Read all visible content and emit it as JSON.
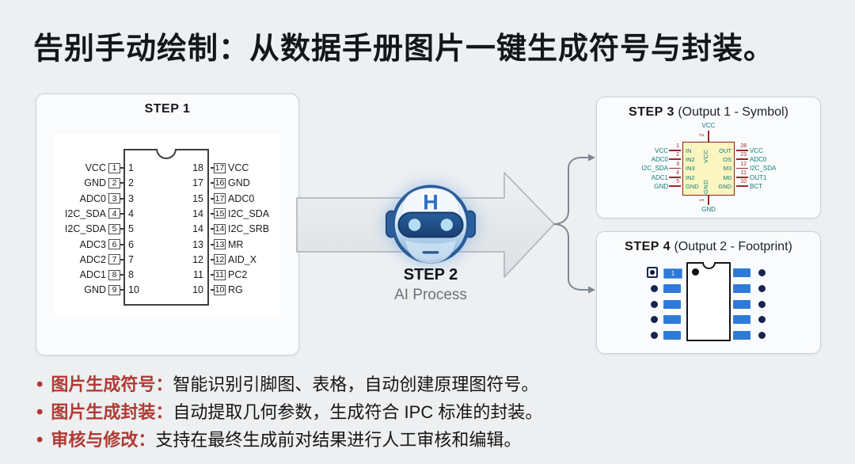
{
  "title": "告别手动绘制：从数据手册图片一键生成符号与封装。",
  "colors": {
    "red": "#b03a33",
    "pad-blue": "#2e7ad8",
    "navy": "#16254f",
    "sym-body": "#fbf5c0",
    "sym-border": "#8e2016",
    "crimson": "#9c2727",
    "teal": "#0f7b7b",
    "robot-blue": "#2f6fc4"
  },
  "step1": {
    "title": "STEP 1",
    "pins_left": [
      {
        "label": "VCC",
        "pad": "1",
        "inner": "1"
      },
      {
        "label": "GND",
        "pad": "2",
        "inner": "2"
      },
      {
        "label": "ADC0",
        "pad": "3",
        "inner": "3"
      },
      {
        "label": "I2C_SDA",
        "pad": "4",
        "inner": "4"
      },
      {
        "label": "I2C_SDA",
        "pad": "5",
        "inner": "5"
      },
      {
        "label": "ADC3",
        "pad": "6",
        "inner": "6"
      },
      {
        "label": "ADC2",
        "pad": "7",
        "inner": "7"
      },
      {
        "label": "ADC1",
        "pad": "8",
        "inner": "8"
      },
      {
        "label": "GND",
        "pad": "9",
        "inner": "10"
      }
    ],
    "pins_right": [
      {
        "inner": "18",
        "pad": "17",
        "label": "VCC"
      },
      {
        "inner": "17",
        "pad": "16",
        "label": "GND"
      },
      {
        "inner": "15",
        "pad": "17",
        "label": "ADC0"
      },
      {
        "inner": "14",
        "pad": "15",
        "label": "I2C_SDA"
      },
      {
        "inner": "14",
        "pad": "14",
        "label": "I2C_SRB"
      },
      {
        "inner": "13",
        "pad": "13",
        "label": "MR"
      },
      {
        "inner": "12",
        "pad": "12",
        "label": "AID_X"
      },
      {
        "inner": "11",
        "pad": "11",
        "label": "PC2"
      },
      {
        "inner": "10",
        "pad": "10",
        "label": "RG"
      }
    ]
  },
  "step2": {
    "title": "STEP 2",
    "subtitle": "AI Process",
    "robot_letter": "H"
  },
  "step3": {
    "title_bold": "STEP 3",
    "title_rest": " (Output 1 - Symbol)",
    "symbol": {
      "top": {
        "label": "VCC",
        "num": "2",
        "inner": "VCC"
      },
      "bottom": {
        "label": "GND",
        "num": "1",
        "inner": "GND"
      },
      "left": [
        {
          "label": "VCC",
          "num": "1",
          "inner": "IN"
        },
        {
          "label": "ADC0",
          "num": "2",
          "inner": "IN2"
        },
        {
          "label": "I2C_SDA",
          "num": "3",
          "inner": "IN3"
        },
        {
          "label": "ADC1",
          "num": "4",
          "inner": "IN2"
        },
        {
          "label": "GND",
          "num": "5",
          "inner": "GND"
        }
      ],
      "right": [
        {
          "inner": "OUT",
          "num": "28",
          "label": "VCC"
        },
        {
          "inner": "OS",
          "num": "23",
          "label": "ADC0"
        },
        {
          "inner": "M3",
          "num": "12",
          "label": "I2C_SDA"
        },
        {
          "inner": "M0",
          "num": "11",
          "label": "OUT1"
        },
        {
          "inner": "GND",
          "num": "10",
          "label": "BCT"
        }
      ]
    }
  },
  "step4": {
    "title_bold": "STEP 4",
    "title_rest": " (Output 2 - Footprint)",
    "pad1_label": "1",
    "pad_rows": 5
  },
  "bullets": [
    {
      "label": "图片生成符号：",
      "text": "智能识别引脚图、表格，自动创建原理图符号。"
    },
    {
      "label": "图片生成封装：",
      "text": "自动提取几何参数，生成符合 IPC 标准的封装。"
    },
    {
      "label": "审核与修改：",
      "text": "支持在最终生成前对结果进行人工审核和编辑。"
    }
  ]
}
